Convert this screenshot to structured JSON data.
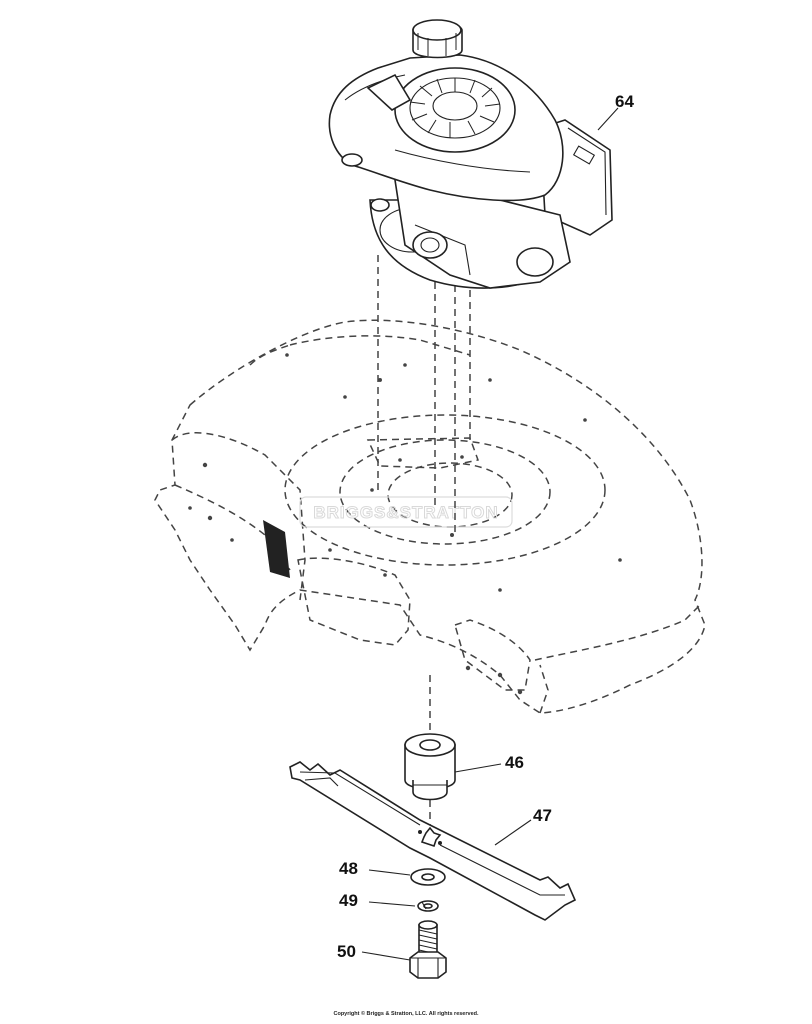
{
  "callouts": {
    "engine": "64",
    "blade_adapter": "46",
    "blade": "47",
    "washer": "48",
    "lock_washer": "49",
    "bolt": "50"
  },
  "watermark": "BRIGGS&STRATTON",
  "copyright": "Copyright © Briggs & Stratton, LLC. All rights reserved."
}
